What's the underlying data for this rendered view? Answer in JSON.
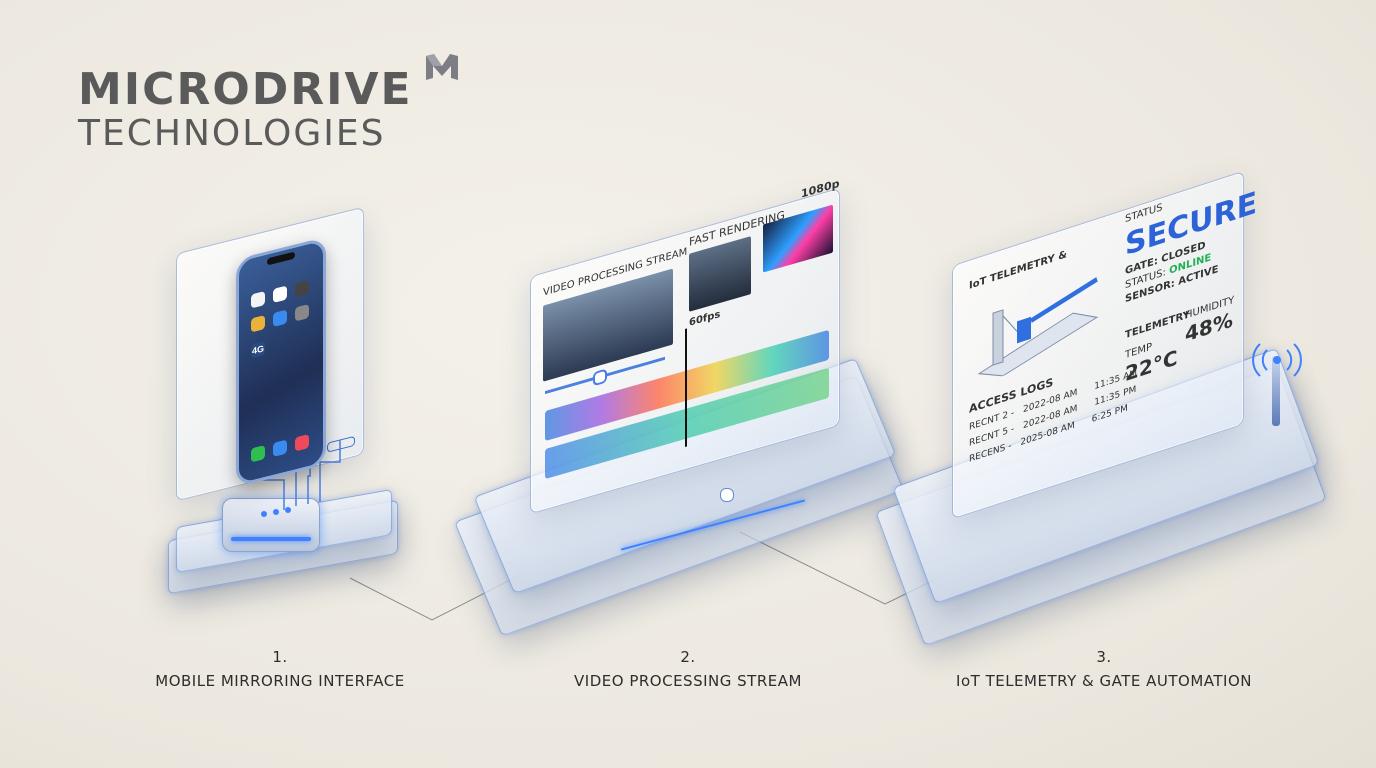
{
  "brand": {
    "name": "MICRODRIVE",
    "subtitle": "TECHNOLOGIES",
    "logo_icon": "m-logo-icon"
  },
  "colors": {
    "accent": "#2f6fe0",
    "secure": "#2d63d8",
    "online": "#22b055",
    "text": "#2d2d2d"
  },
  "captions": [
    {
      "num": "1.",
      "label": "MOBILE MIRRORING INTERFACE"
    },
    {
      "num": "2.",
      "label": "VIDEO PROCESSING STREAM"
    },
    {
      "num": "3.",
      "label": "IoT TELEMETRY & GATE AUTOMATION"
    }
  ],
  "mobile": {
    "phone_icons": [
      "photos-icon",
      "calendar-icon",
      "camera-icon",
      "app-store-icon",
      "settings-icon",
      "4g-icon",
      "phone-icon",
      "safari-icon",
      "music-icon"
    ],
    "badge_4g": "4G"
  },
  "video": {
    "title": "VIDEO PROCESSING STREAM",
    "fast_rendering": "FAST RENDERING",
    "resolution": "1080p",
    "fps": "60fps"
  },
  "iot": {
    "title": "IoT TELEMETRY &",
    "status_label": "STATUS",
    "status_value": "SECURE",
    "gate": "GATE: CLOSED",
    "status_line_label": "STATUS: ",
    "status_line_value": "ONLINE",
    "sensor": "SENSOR: ACTIVE",
    "telemetry_label": "TELEMETRY",
    "temp_label": "TEMP",
    "temp_value": "22°C",
    "humidity_label": "HUMIDITY",
    "humidity_value": "48%",
    "access_logs_title": "ACCESS LOGS",
    "access_logs": [
      {
        "name": "RECNT 2 -",
        "date": "2022-08 AM",
        "time": "11:35 AM"
      },
      {
        "name": "RECNT 5 -",
        "date": "2022-08 AM",
        "time": "11:35 PM"
      },
      {
        "name": "RECENS -",
        "date": "2025-08 AM",
        "time": "6:25 PM"
      }
    ]
  }
}
